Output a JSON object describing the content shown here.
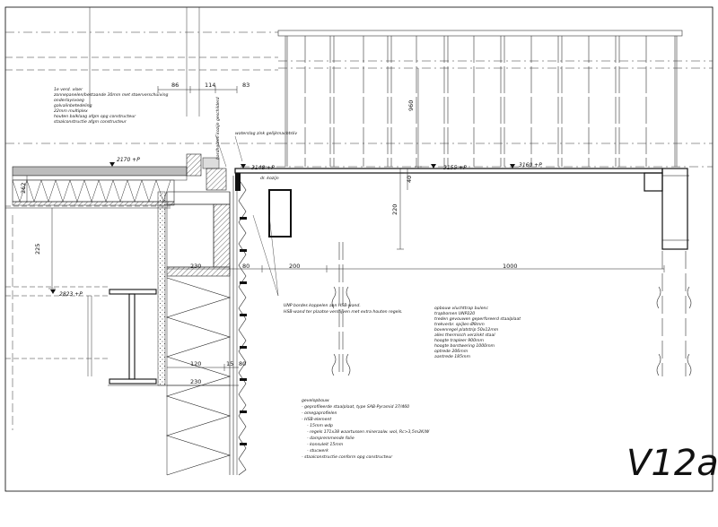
{
  "drawing_code": "V12a",
  "levels": {
    "l2170": "2170 +P",
    "l3148": "3148 +P",
    "l3155": "3155 +P",
    "l3160": "3160 +P",
    "l2823": "2823 +P"
  },
  "dimensions": {
    "top": [
      "86",
      "114",
      "83"
    ],
    "d960": "960",
    "d40": "40",
    "d220": "220",
    "d262": "262",
    "d225": "225",
    "d200": "200",
    "d1000": "1000",
    "d230": "230",
    "d80a": "80",
    "d120": "120",
    "d15": "15",
    "d80b": "80",
    "d230b": "230"
  },
  "labels": {
    "hardhouten_kozijn": "hardhouten kozijn geschilderd",
    "waterslag": "waterslag zink gelijkmachtsliv",
    "dr_kozijn": "dr. kozijn"
  },
  "notes": {
    "roof": [
      "1e verd. vloer",
      "zonnepanelen/bestaande 30mm met stoerverschuiving",
      "onderlaysvoeg",
      "galvalinbetedeling",
      "22mm multiplex",
      "houten balklaag afgm opg constructeur",
      "staalconstructie afgm constructeur"
    ],
    "unp": [
      "UNP bordes koppelen aan HSB-wand.",
      "HSB-wand ter plaatse verstijven met extra houten regels."
    ],
    "stair": [
      "opbouw vluchttrap bulenc",
      "trapbomen UNP220",
      "treden gevouwen geperforeerd staalplaat",
      "trekverbr. spijlen Ø8mm",
      "bovenregel platstrip 50x12mm",
      "alles thermisch verzinkt staal",
      "hoogte trapleer 900mm",
      "hoogte borstwering 1000mm",
      "optrede 206mm",
      "aantrede 185mm"
    ],
    "gevel": [
      "gevelopbouw",
      "- geprofileerde staalplaat, type SAB-Pyramid 37/460",
      "- omegaprofielen",
      "- HSB-element",
      "- 15mm wdp",
      "- regels 171x38 waartussen mineraalw. wol, Rc>3,5m2K/W",
      "- dampremmende folie",
      "- konsuleit 15mm",
      "- stucwerk",
      "- staalconstructie conform opg constructeur"
    ]
  }
}
